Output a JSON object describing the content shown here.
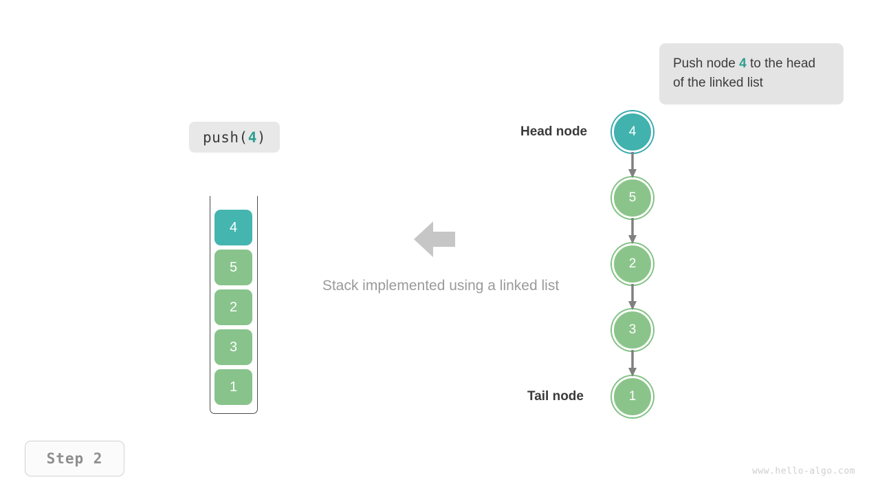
{
  "tooltip": {
    "text_before": "Push node ",
    "accent": "4",
    "text_after": " to the head of the linked list"
  },
  "operation": {
    "prefix": "push(",
    "value": "4",
    "suffix": ")"
  },
  "caption": "Stack implemented using a linked list",
  "stack": {
    "cells": [
      {
        "value": "4",
        "color": "#45b5b0",
        "state": "new"
      },
      {
        "value": "5",
        "color": "#88c38b",
        "state": "existing"
      },
      {
        "value": "2",
        "color": "#88c38b",
        "state": "existing"
      },
      {
        "value": "3",
        "color": "#88c38b",
        "state": "existing"
      },
      {
        "value": "1",
        "color": "#88c38b",
        "state": "existing"
      }
    ]
  },
  "linked_list": {
    "head_label": "Head node",
    "tail_label": "Tail node",
    "nodes": [
      {
        "value": "4",
        "color": "#41b2ae",
        "state": "new"
      },
      {
        "value": "5",
        "color": "#8bc48a",
        "state": "existing"
      },
      {
        "value": "2",
        "color": "#8bc48a",
        "state": "existing"
      },
      {
        "value": "3",
        "color": "#8bc48a",
        "state": "existing"
      },
      {
        "value": "1",
        "color": "#8bc48a",
        "state": "existing"
      }
    ]
  },
  "step_badge": "Step 2",
  "watermark": "www.hello-algo.com",
  "colors": {
    "accent_teal": "#2e9e8f",
    "node_teal": "#41b2ae",
    "node_green": "#8bc48a",
    "tooltip_bg": "#e4e4e4",
    "arrow_gray": "#808080",
    "caption_gray": "#9a9a9a"
  }
}
